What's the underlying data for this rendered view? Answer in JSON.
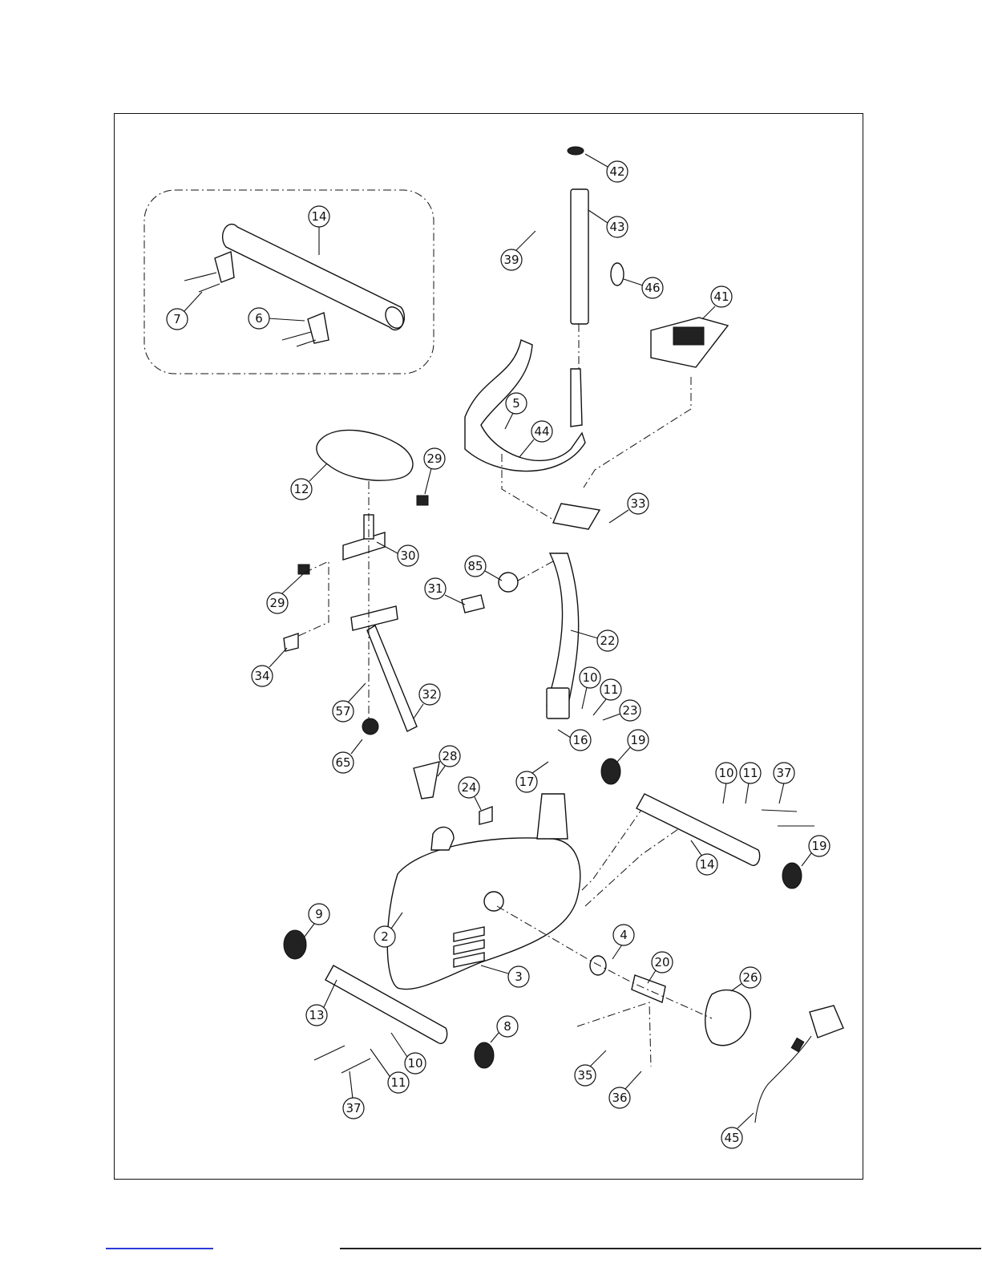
{
  "diagram": {
    "type": "exploded-parts-view",
    "callouts": [
      {
        "id": "c14a",
        "num": "14"
      },
      {
        "id": "c7",
        "num": "7"
      },
      {
        "id": "c6",
        "num": "6"
      },
      {
        "id": "c42",
        "num": "42"
      },
      {
        "id": "c43",
        "num": "43"
      },
      {
        "id": "c39",
        "num": "39"
      },
      {
        "id": "c46",
        "num": "46"
      },
      {
        "id": "c41",
        "num": "41"
      },
      {
        "id": "c5",
        "num": "5"
      },
      {
        "id": "c44",
        "num": "44"
      },
      {
        "id": "c29a",
        "num": "29"
      },
      {
        "id": "c12",
        "num": "12"
      },
      {
        "id": "c33",
        "num": "33"
      },
      {
        "id": "c30",
        "num": "30"
      },
      {
        "id": "c29b",
        "num": "29"
      },
      {
        "id": "c85",
        "num": "85"
      },
      {
        "id": "c31",
        "num": "31"
      },
      {
        "id": "c22",
        "num": "22"
      },
      {
        "id": "c34",
        "num": "34"
      },
      {
        "id": "c32",
        "num": "32"
      },
      {
        "id": "c10a",
        "num": "10"
      },
      {
        "id": "c11a",
        "num": "11"
      },
      {
        "id": "c57",
        "num": "57"
      },
      {
        "id": "c23",
        "num": "23"
      },
      {
        "id": "c16",
        "num": "16"
      },
      {
        "id": "c19a",
        "num": "19"
      },
      {
        "id": "c65",
        "num": "65"
      },
      {
        "id": "c28",
        "num": "28"
      },
      {
        "id": "c17",
        "num": "17"
      },
      {
        "id": "c10b",
        "num": "10"
      },
      {
        "id": "c11b",
        "num": "11"
      },
      {
        "id": "c37a",
        "num": "37"
      },
      {
        "id": "c24",
        "num": "24"
      },
      {
        "id": "c14b",
        "num": "14"
      },
      {
        "id": "c19b",
        "num": "19"
      },
      {
        "id": "c9",
        "num": "9"
      },
      {
        "id": "c2",
        "num": "2"
      },
      {
        "id": "c4",
        "num": "4"
      },
      {
        "id": "c20",
        "num": "20"
      },
      {
        "id": "c26",
        "num": "26"
      },
      {
        "id": "c3",
        "num": "3"
      },
      {
        "id": "c13",
        "num": "13"
      },
      {
        "id": "c8",
        "num": "8"
      },
      {
        "id": "c10c",
        "num": "10"
      },
      {
        "id": "c35",
        "num": "35"
      },
      {
        "id": "c11c",
        "num": "11"
      },
      {
        "id": "c36",
        "num": "36"
      },
      {
        "id": "c37b",
        "num": "37"
      },
      {
        "id": "c45",
        "num": "45"
      }
    ]
  }
}
